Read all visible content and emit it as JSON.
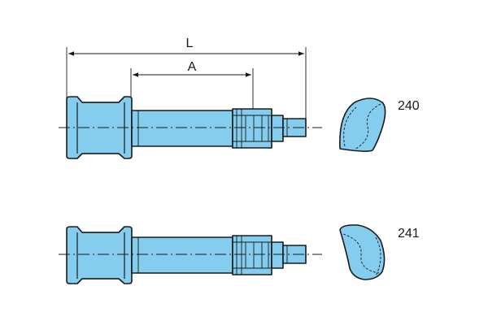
{
  "colors": {
    "part_fill": "#84cdee",
    "line": "#1a1a1a"
  },
  "dimensions": {
    "L": "L",
    "A": "A"
  },
  "variants": [
    {
      "id": "240"
    },
    {
      "id": "241"
    }
  ]
}
